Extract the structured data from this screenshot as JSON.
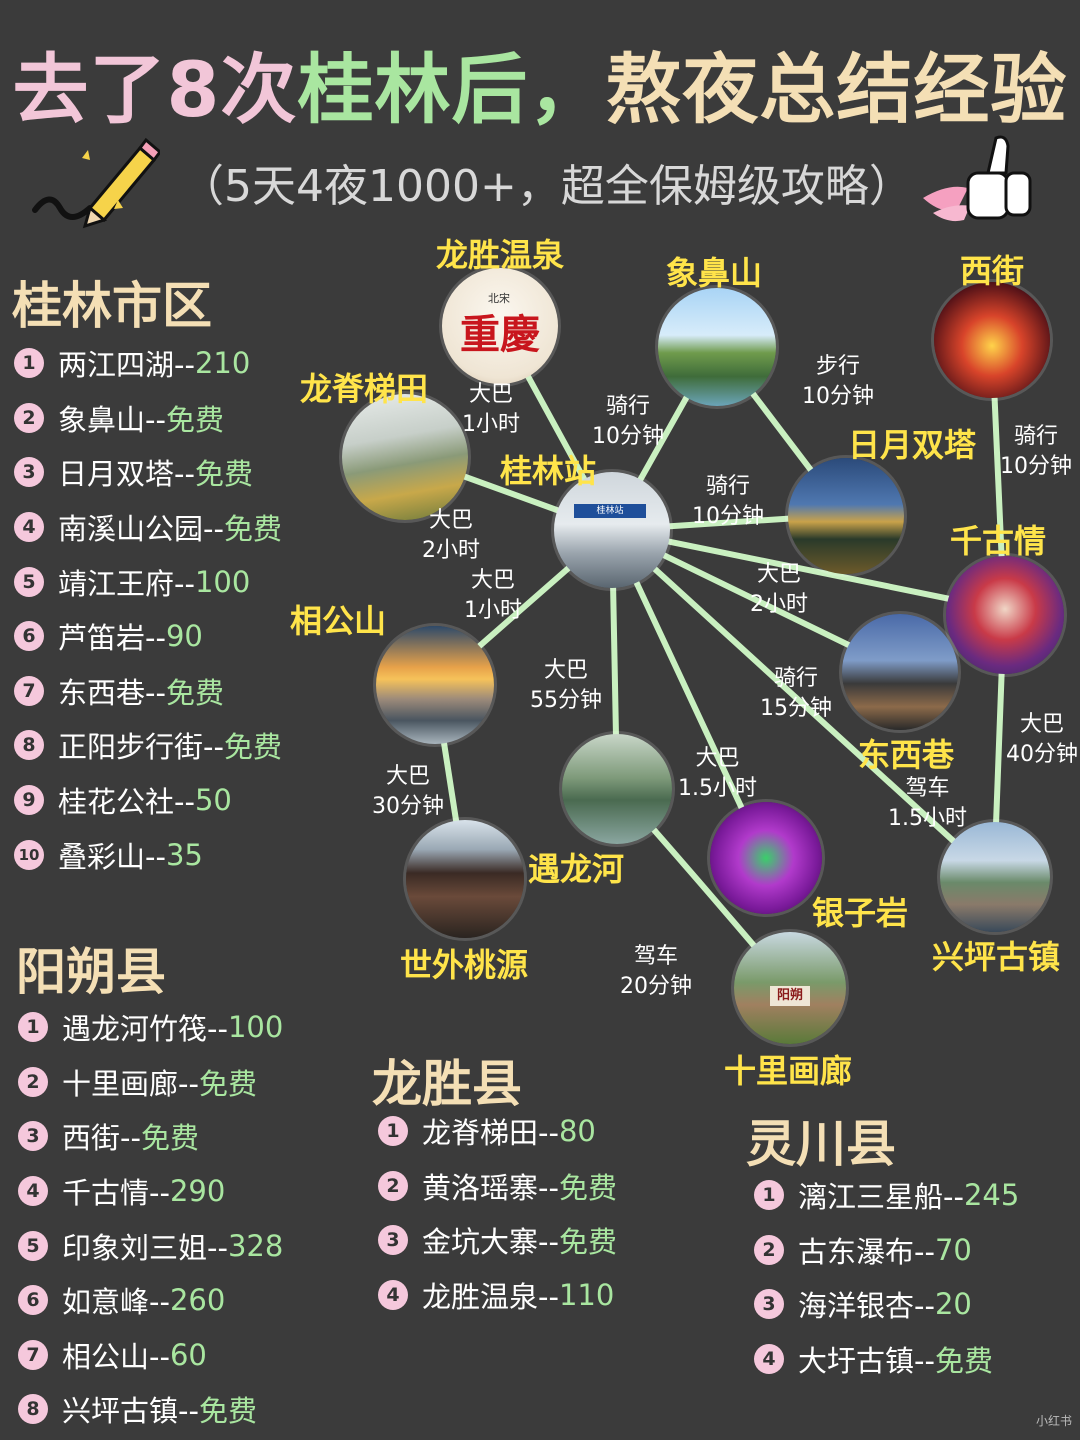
{
  "title": {
    "part1": "去了8次",
    "part2": "桂林后，",
    "part3": "熬夜总结经验"
  },
  "subtitle": "（5天4夜1000+，超全保姆级攻略）",
  "colors": {
    "bg": "#3b3b3b",
    "pink": "#f5c8dc",
    "green": "#a9e6a0",
    "yellow": "#ffe44a",
    "cream": "#f4dfb5",
    "line": "#c9f0c0"
  },
  "icons": {
    "pencil": "pencil-icon",
    "thumb": "thumbs-up-icon"
  },
  "sections": {
    "guilin": {
      "title": "桂林市区",
      "items": [
        {
          "n": "1",
          "name": "两江四湖-- ",
          "price": "210"
        },
        {
          "n": "2",
          "name": "象鼻山-- ",
          "price": "免费"
        },
        {
          "n": "3",
          "name": "日月双塔-- ",
          "price": "免费"
        },
        {
          "n": "4",
          "name": "南溪山公园--",
          "price": "免费"
        },
        {
          "n": "5",
          "name": "靖江王府-- ",
          "price": "100"
        },
        {
          "n": "6",
          "name": "芦笛岩--  ",
          "price": "90"
        },
        {
          "n": "7",
          "name": "东西巷-- ",
          "price": "免费"
        },
        {
          "n": "8",
          "name": "正阳步行街-- ",
          "price": "免费"
        },
        {
          "n": "9",
          "name": "桂花公社-- ",
          "price": "50"
        },
        {
          "n": "10",
          "name": "叠彩山--",
          "price": "35"
        }
      ]
    },
    "yangshuo": {
      "title": "阳朔县",
      "items": [
        {
          "n": "1",
          "name": "遇龙河竹筏-- ",
          "price": "100"
        },
        {
          "n": "2",
          "name": "十里画廊-- ",
          "price": "免费"
        },
        {
          "n": "3",
          "name": "西街-- ",
          "price": "免费"
        },
        {
          "n": "4",
          "name": "千古情-- ",
          "price": "290"
        },
        {
          "n": "5",
          "name": "印象刘三姐--",
          "price": "328"
        },
        {
          "n": "6",
          "name": "如意峰--",
          "price": "260"
        },
        {
          "n": "7",
          "name": "相公山-- ",
          "price": "60"
        },
        {
          "n": "8",
          "name": "兴坪古镇-- ",
          "price": "免费"
        }
      ]
    },
    "longsheng": {
      "title": "龙胜县",
      "items": [
        {
          "n": "1",
          "name": "龙脊梯田--",
          "price": "80"
        },
        {
          "n": "2",
          "name": "黄洛瑶寨-- ",
          "price": "免费"
        },
        {
          "n": "3",
          "name": "金坑大寨-- ",
          "price": "免费"
        },
        {
          "n": "4",
          "name": "龙胜温泉--",
          "price": "110"
        }
      ]
    },
    "lingchuan": {
      "title": "灵川县",
      "items": [
        {
          "n": "1",
          "name": "漓江三星船--",
          "price": "245"
        },
        {
          "n": "2",
          "name": "古东瀑布-- ",
          "price": "70"
        },
        {
          "n": "3",
          "name": "海洋银杏-- ",
          "price": "20"
        },
        {
          "n": "4",
          "name": "大圩古镇--",
          "price": "免费"
        }
      ]
    }
  },
  "map": {
    "places": {
      "longsheng_wenquan": "龙胜温泉",
      "xiangbishan": "象鼻山",
      "xijie": "西街",
      "longji": "龙脊梯田",
      "guilin_station": "桂林站",
      "riyue": "日月双塔",
      "qianguqing": "千古情",
      "xianggongshan": "相公山",
      "dongxixiang": "东西巷",
      "yulonghe": "遇龙河",
      "yinziyan": "银子岩",
      "shiwaitaoyuan": "世外桃源",
      "xingping": "兴坪古镇",
      "shilihualang": "十里画廊"
    },
    "photo_text": {
      "wenquan": "重慶",
      "wenquan_small": "北宋",
      "station": "桂林站",
      "shili": "阳朔"
    },
    "routes": {
      "wenquan": "大巴\n1小时",
      "xiangbi": "骑行\n10分钟",
      "xiangbi_riyue": "步行\n10分钟",
      "xijie_qiangu": "骑行\n10分钟",
      "riyue": "骑行\n10分钟",
      "longji": "大巴\n2小时",
      "xianggong": "大巴\n1小时",
      "qiangu": "大巴\n2小时",
      "dongxi": "骑行\n15分钟",
      "qiangu_xingping": "大巴\n40分钟",
      "yulong": "大巴\n55分钟",
      "yinzi": "大巴\n1.5小时",
      "xingping": "驾车\n1.5小时",
      "taoyuan": "大巴\n30分钟",
      "shili": "驾车\n20分钟"
    }
  },
  "signature": "小红书"
}
